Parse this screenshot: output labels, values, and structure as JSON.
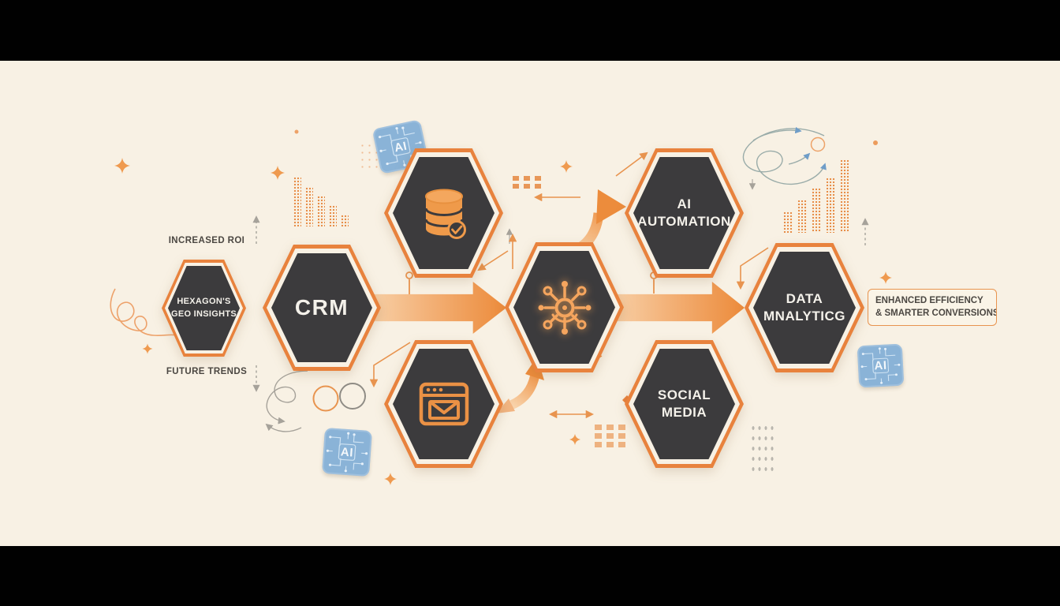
{
  "scene": {
    "background": "#f8f1e4",
    "letterbox": "#010101",
    "accent_orange": "#e8823d",
    "arrow_gradient": [
      "#f8d5ae",
      "#ec8b3b"
    ],
    "hex_fill": "#3c3b3d",
    "text_light": "#f4f1ea",
    "text_dark": "#4b4742",
    "chip_blue": "#8ab3d7"
  },
  "side_labels": {
    "top": "INCREASED ROI",
    "bottom": "FUTURE TRENDS"
  },
  "nodes": {
    "geo": {
      "line1": "HEXAGON'S",
      "line2": "GEO INSIGHTS"
    },
    "crm": {
      "label": "CRM"
    },
    "database": {
      "icon": "database-check-icon"
    },
    "email": {
      "icon": "email-window-icon"
    },
    "hub": {
      "icon": "network-hub-icon"
    },
    "ai_automation": {
      "line1": "AI",
      "line2": "AUTOMATION"
    },
    "social_media": {
      "line1": "SOCIAL",
      "line2": "MEDIA"
    },
    "data_analytics": {
      "line1": "DATA",
      "line2": "MNALYTICG"
    }
  },
  "callout": {
    "line1": "ENHANCED EFFICIENCY",
    "line2": "& SMARTER CONVERSIONS"
  },
  "chips": {
    "label": "AI",
    "icon": "ai-chip-icon"
  }
}
